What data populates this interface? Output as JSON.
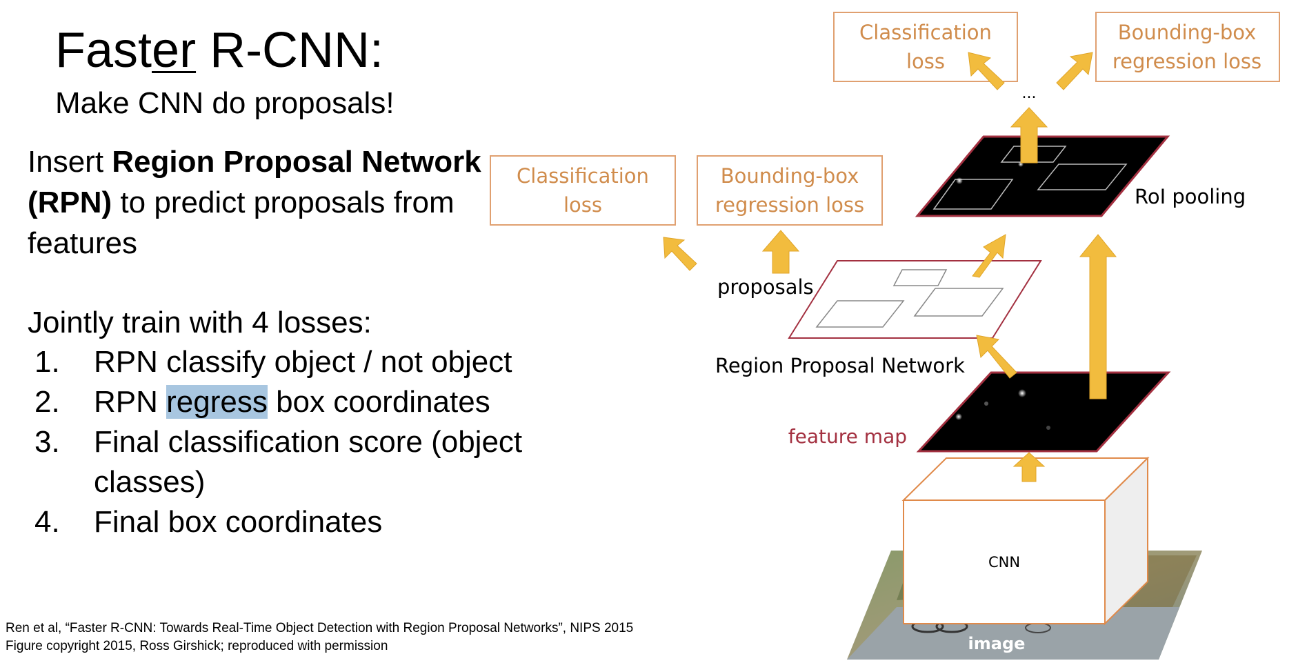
{
  "slide": {
    "title_pre": "Fast",
    "title_underlined": "er",
    "title_post": " R-CNN:",
    "subtitle": "Make CNN do proposals!",
    "insert_pre": "Insert ",
    "insert_bold": "Region Proposal Network (RPN)",
    "insert_post": " to predict proposals from features",
    "losses_title": "Jointly train with 4 losses:",
    "losses": [
      {
        "num": "1.",
        "text": "RPN classify object / not object"
      },
      {
        "num": "2.",
        "pre": "RPN ",
        "highlight": "regress",
        "post": " box coordinates"
      },
      {
        "num": "3.",
        "line1": "Final classification score (object",
        "line2": "classes)"
      },
      {
        "num": "4.",
        "text": "Final box coordinates"
      }
    ],
    "citation_line1": "Ren et al, “Faster R-CNN: Towards Real-Time Object Detection with Region Proposal Networks”, NIPS 2015",
    "citation_line2": "Figure copyright 2015, Ross Girshick; reproduced with permission"
  },
  "diagram": {
    "top_cls_loss_1": "Classification",
    "top_cls_loss_2": "loss",
    "top_bbox_loss_1": "Bounding-box",
    "top_bbox_loss_2": "regression loss",
    "ellipsis": "...",
    "rpn_cls_loss_1": "Classification",
    "rpn_cls_loss_2": "loss",
    "rpn_bbox_loss_1": "Bounding-box",
    "rpn_bbox_loss_2": "regression loss",
    "roi_pooling": "RoI pooling",
    "proposals": "proposals",
    "rpn": "Region Proposal Network",
    "feature_map": "feature map",
    "cnn": "CNN",
    "image": "image",
    "colors": {
      "loss_text": "#d08c4c",
      "arrow": "#f2bc3e",
      "map_border": "#a33040",
      "feature_map_text": "#a33040"
    }
  }
}
